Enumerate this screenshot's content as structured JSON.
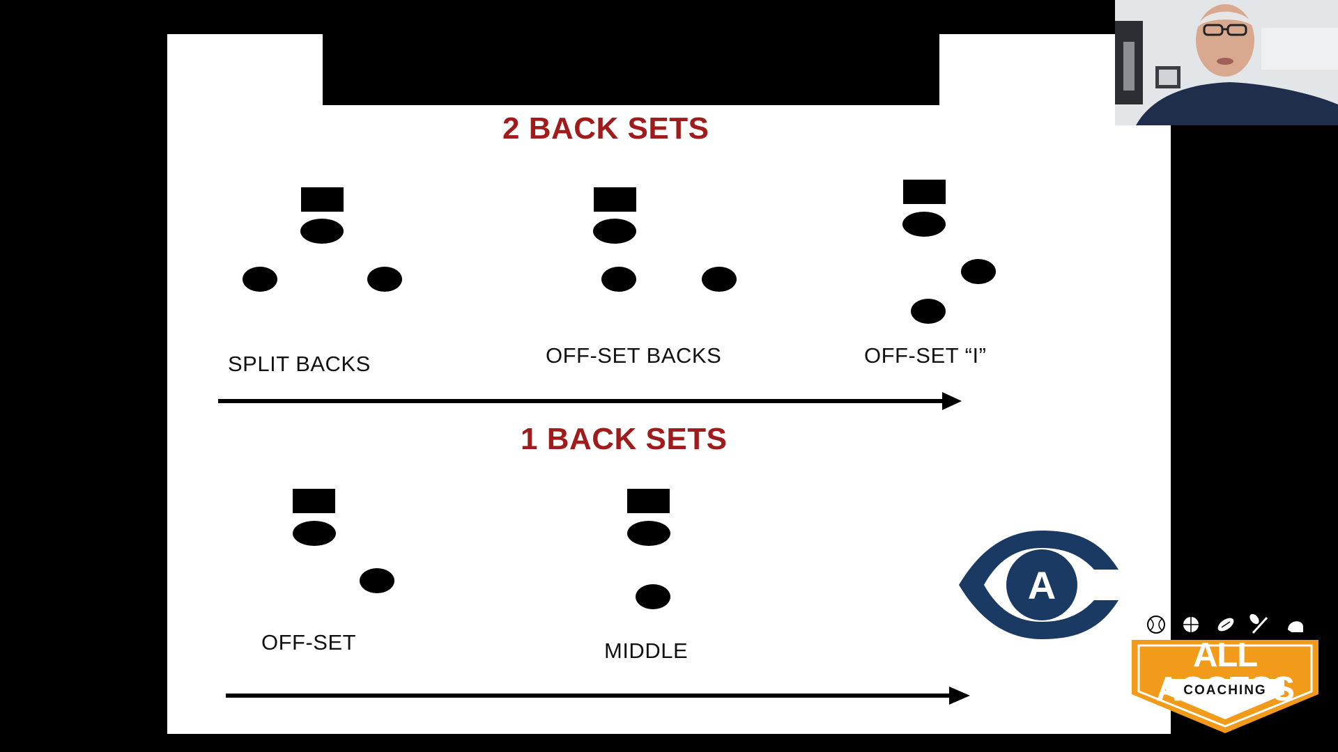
{
  "slide": {
    "two_back": {
      "title": "2 BACK SETS",
      "formations": [
        {
          "label": "SPLIT BACKS"
        },
        {
          "label": "OFF-SET BACKS"
        },
        {
          "label": "OFF-SET “I”"
        }
      ]
    },
    "one_back": {
      "title": "1 BACK SETS",
      "formations": [
        {
          "label": "OFF-SET"
        },
        {
          "label": "MIDDLE"
        }
      ]
    }
  },
  "logo": {
    "letter": "A",
    "color": "#1b3a63"
  },
  "brand": {
    "title": "ALL ACCESS",
    "subtitle": "COACHING",
    "accent": "#f29a1a",
    "icons": [
      "baseball-icon",
      "basketball-icon",
      "football-icon",
      "lacrosse-icon",
      "helmet-icon"
    ]
  },
  "colors": {
    "heading": "#a01c1c",
    "background": "#000000",
    "slide": "#ffffff"
  }
}
